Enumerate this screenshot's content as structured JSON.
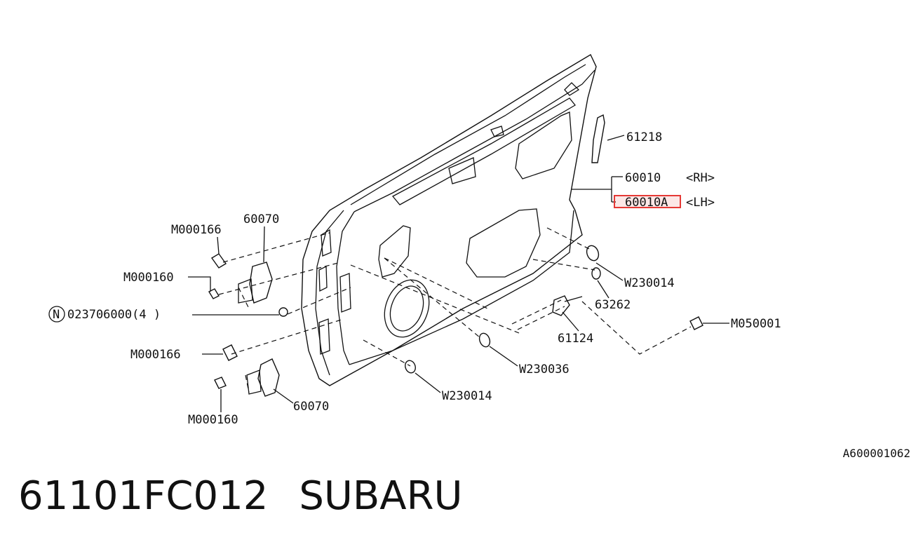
{
  "diagram": {
    "labels": {
      "p61218": "61218",
      "p60010": "60010",
      "p60010_side": "<RH>",
      "p60010A": "60010A",
      "p60010A_side": "<LH>",
      "m000166_top": "M000166",
      "p60070_top": "60070",
      "m000160_top": "M000160",
      "n_circle": "N",
      "n_part": "023706000(4 )",
      "m000166_bottom": "M000166",
      "p60070_bottom": "60070",
      "m000160_bottom": "M000160",
      "w230014_right": "W230014",
      "p63262": "63262",
      "m050001": "M050001",
      "p61124": "61124",
      "w230036": "W230036",
      "w230014_bottom": "W230014"
    },
    "highlight_color": "#e53935",
    "reference_code": "A600001062"
  },
  "footer": {
    "part_number": "61101FC012",
    "brand": "SUBARU"
  }
}
